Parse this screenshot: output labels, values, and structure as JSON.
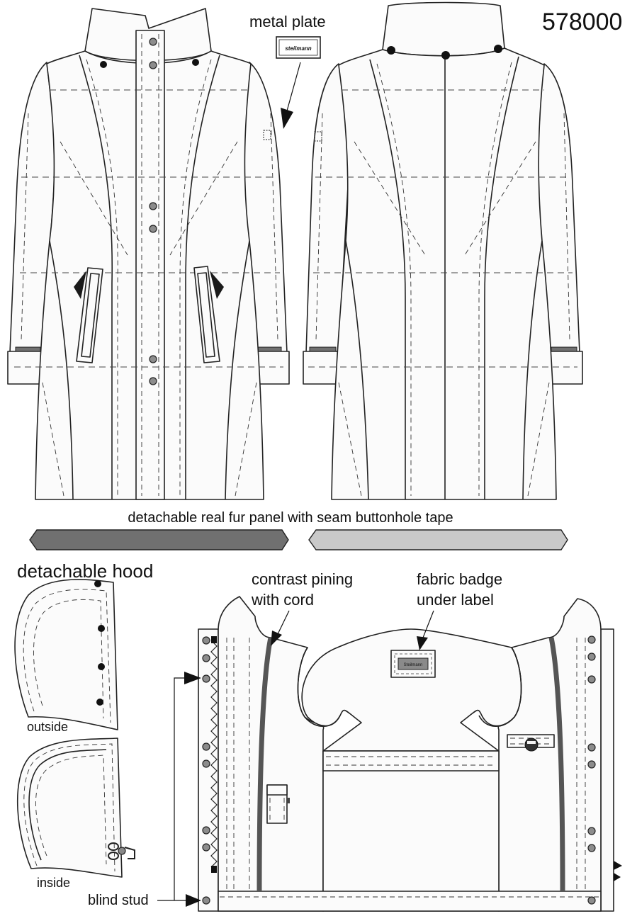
{
  "sheet": {
    "model_number": "578000",
    "colors": {
      "outline": "#222222",
      "fill": "#fbfbfb",
      "dark_tape": "#707070",
      "light_tape": "#c9c9c9",
      "piping": "#555555",
      "button": "#8c8c8c"
    }
  },
  "labels": {
    "metal_plate": "metal plate",
    "plate_brand": "steilmann",
    "fur_panel": "detachable real fur panel with seam buttonhole tape",
    "hood_title": "detachable hood",
    "hood_outside": "outside",
    "hood_inside": "inside",
    "piping_line1": "contrast pining",
    "piping_line2": "with cord",
    "badge_line1": "fabric badge",
    "badge_line2": "under label",
    "badge_brand": "Steilmann",
    "blind_stud": "blind stud"
  },
  "icons": [
    "metal-plate-icon",
    "button-icon",
    "stud-icon",
    "zipper-icon",
    "hook-icon"
  ]
}
